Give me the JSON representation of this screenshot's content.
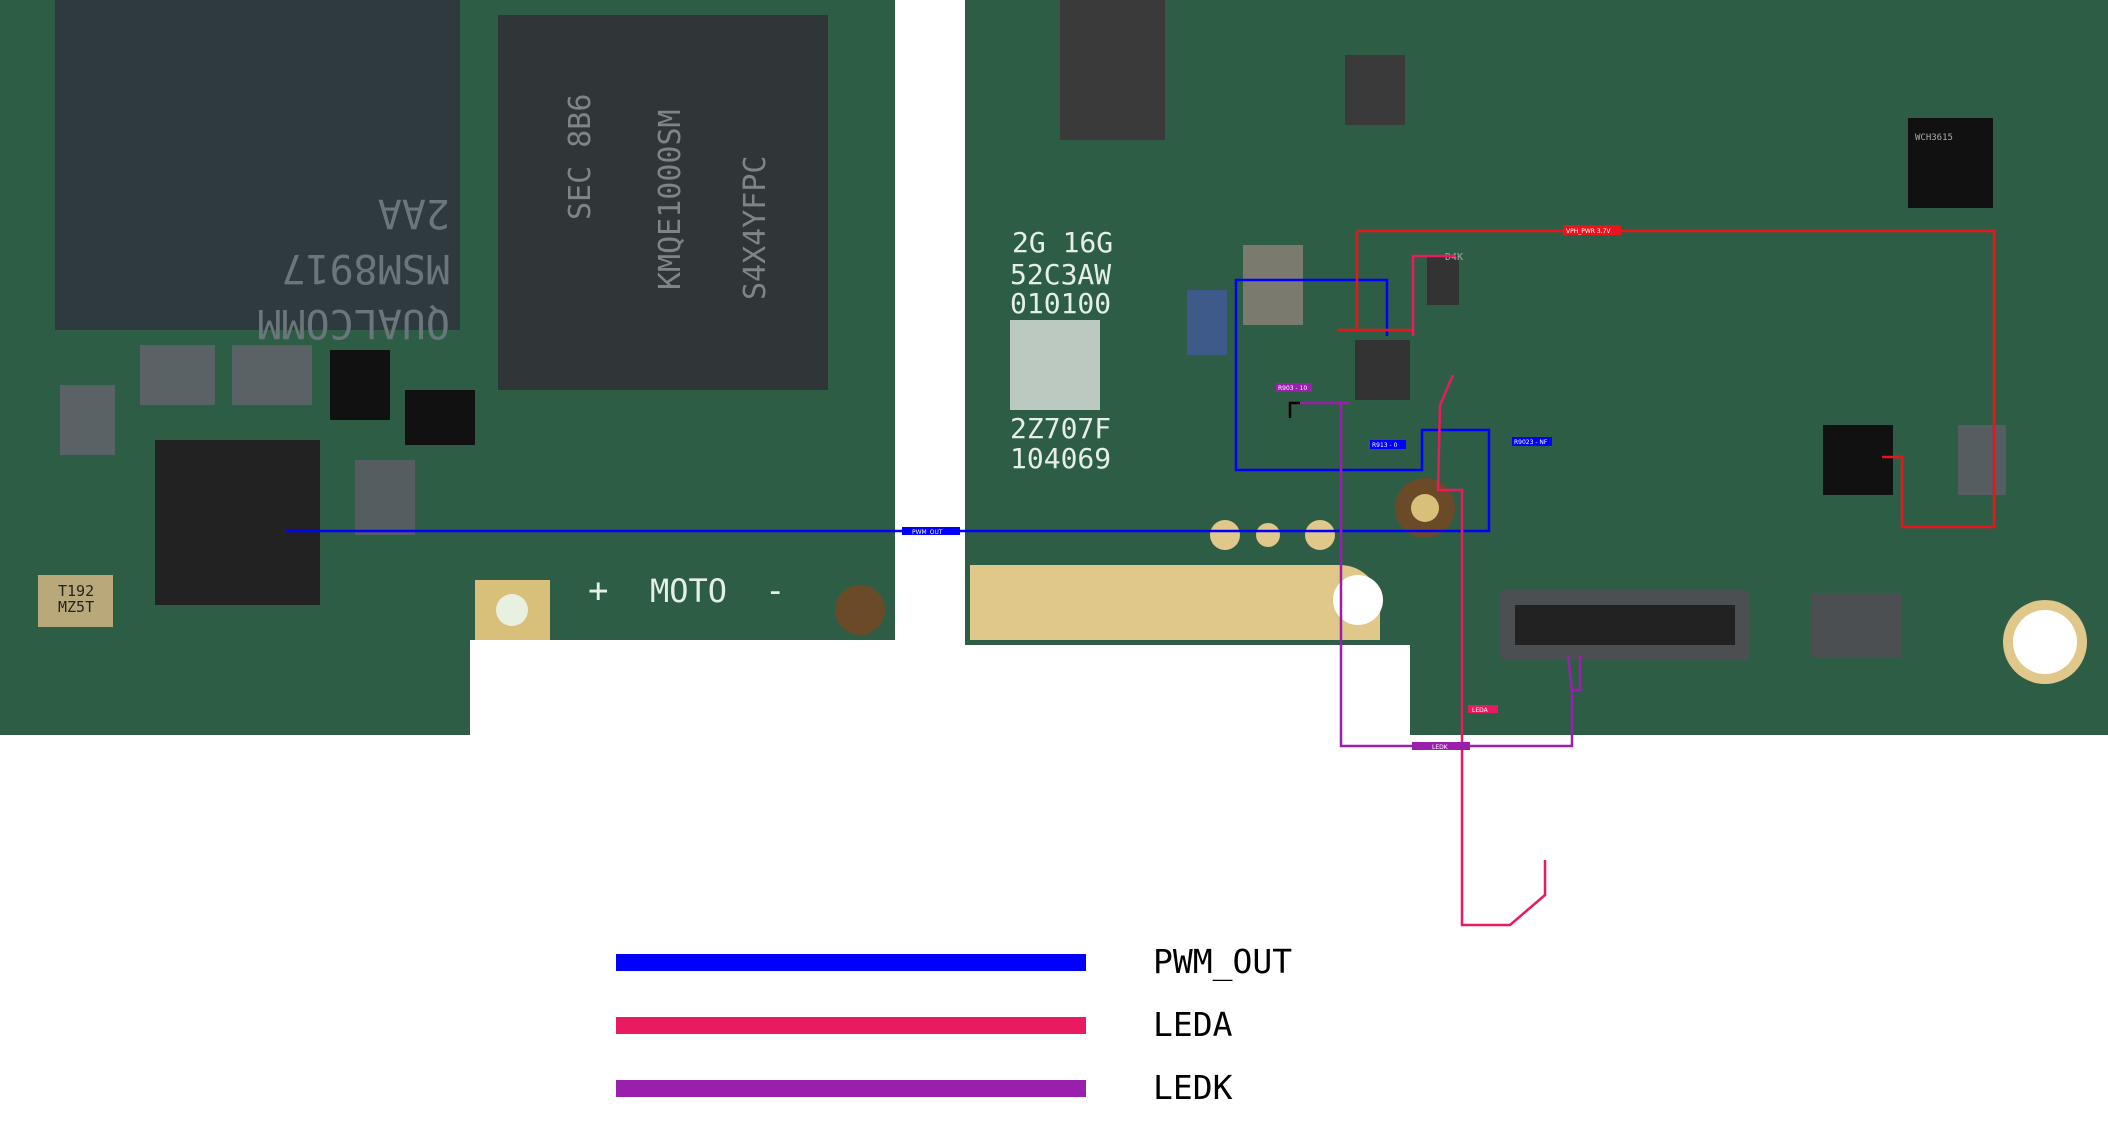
{
  "board_silkscreen": {
    "left": [
      "+",
      "MOTO",
      "-",
      "T192",
      "MZ5T",
      "SEC 8B6",
      "KMQE1000SM",
      "S4X4YFPC",
      "QUALCOMM",
      "MSM8917",
      "2AA"
    ],
    "right": [
      "2G 16G",
      "52C3AW",
      "010100",
      "2Z707F",
      "104069",
      "D4K",
      "WCH3615"
    ]
  },
  "net_tags": {
    "vph": "VPH_PWR 3.7V",
    "pwm": "PWM_OUT",
    "r903": "R903 - 10",
    "r913": "R913 - 0",
    "r9023": "R9023 - NF",
    "leda": "LEDA",
    "ledk": "LEDK"
  },
  "legend": [
    {
      "label": "PWM_OUT",
      "color": "#0000ff"
    },
    {
      "label": "LEDA",
      "color": "#e91a5f"
    },
    {
      "label": "LEDK",
      "color": "#9b1fad"
    }
  ],
  "colors": {
    "board": "#2d5e45",
    "vph": "#e8141e"
  }
}
